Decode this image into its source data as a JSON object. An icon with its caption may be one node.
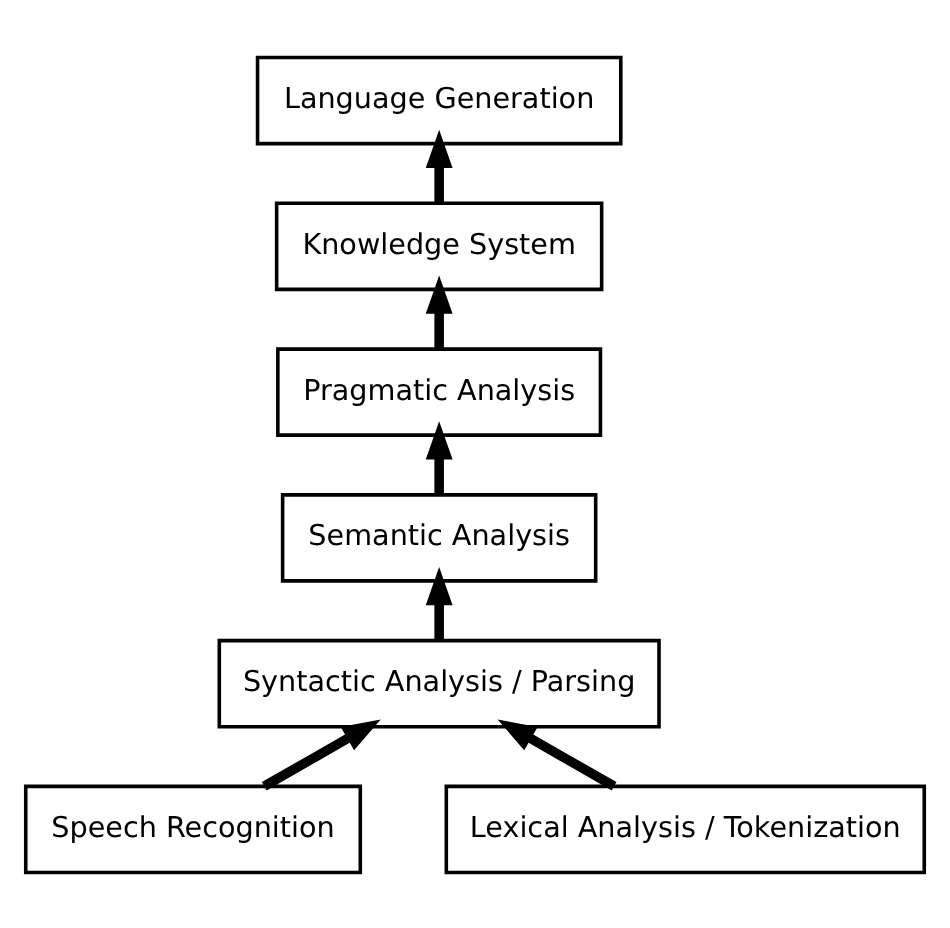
{
  "diagram": {
    "nodes": [
      {
        "text": [
          "Language Generation"
        ]
      },
      {
        "text": [
          "Knowledge System"
        ]
      },
      {
        "text": [
          "Pragmatic Analysis"
        ]
      },
      {
        "text": [
          "Semantic Analysis"
        ]
      },
      {
        "text": [
          "Syntactic Analysis / Parsing"
        ]
      },
      {
        "text": [
          "Speech Recognition"
        ]
      },
      {
        "text": [
          "Lexical Analysis / Tokenization"
        ]
      }
    ],
    "edges": [
      {
        "from": 5,
        "to": 4,
        "arrow": "to"
      },
      {
        "from": 6,
        "to": 4,
        "arrow": "to"
      },
      {
        "from": 4,
        "to": 3,
        "arrow": "to"
      },
      {
        "from": 3,
        "to": 2,
        "arrow": "to"
      },
      {
        "from": 2,
        "to": 1,
        "arrow": "to"
      },
      {
        "from": 1,
        "to": 0,
        "arrow": "to"
      }
    ]
  }
}
